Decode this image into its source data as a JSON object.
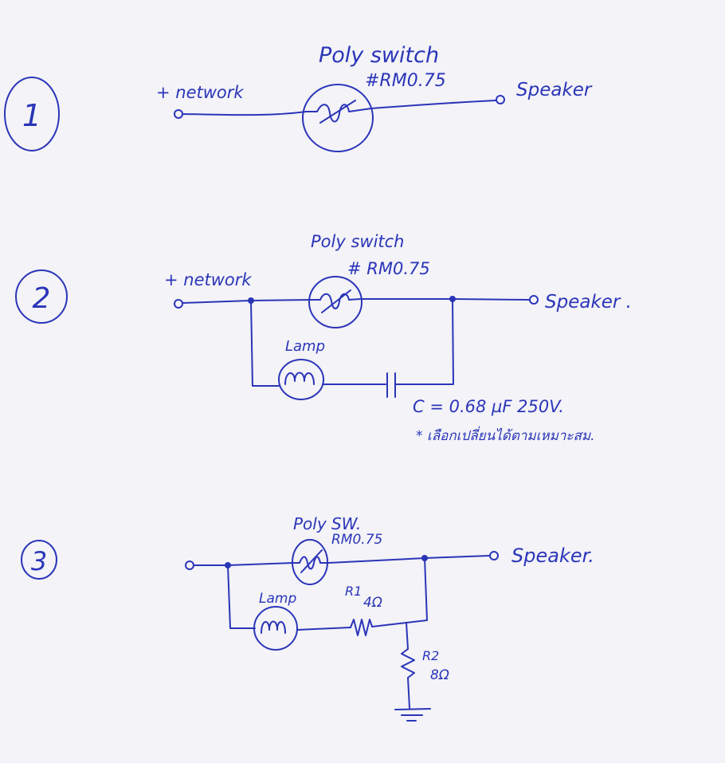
{
  "ink_color": "#2b35b8",
  "paper_color": "#f3f3f8",
  "diagrams": [
    {
      "number": "1",
      "input_label": "+ network",
      "component_title": "Poly switch",
      "component_part": "#RM0.75",
      "output_label": "Speaker"
    },
    {
      "number": "2",
      "input_label": "+ network",
      "component_title": "Poly switch",
      "component_part": "# RM0.75",
      "output_label": "Speaker .",
      "lamp_label": "Lamp",
      "capacitor_label": "C = 0.68 µF  250V.",
      "note": "* เลือกเปลี่ยนได้ตามเหมาะสม."
    },
    {
      "number": "3",
      "component_title": "Poly SW.",
      "component_part": "RM0.75",
      "output_label": "Speaker.",
      "lamp_label": "Lamp",
      "r1_name": "R1",
      "r1_value": "4Ω",
      "r2_name": "R2",
      "r2_value": "8Ω"
    }
  ]
}
